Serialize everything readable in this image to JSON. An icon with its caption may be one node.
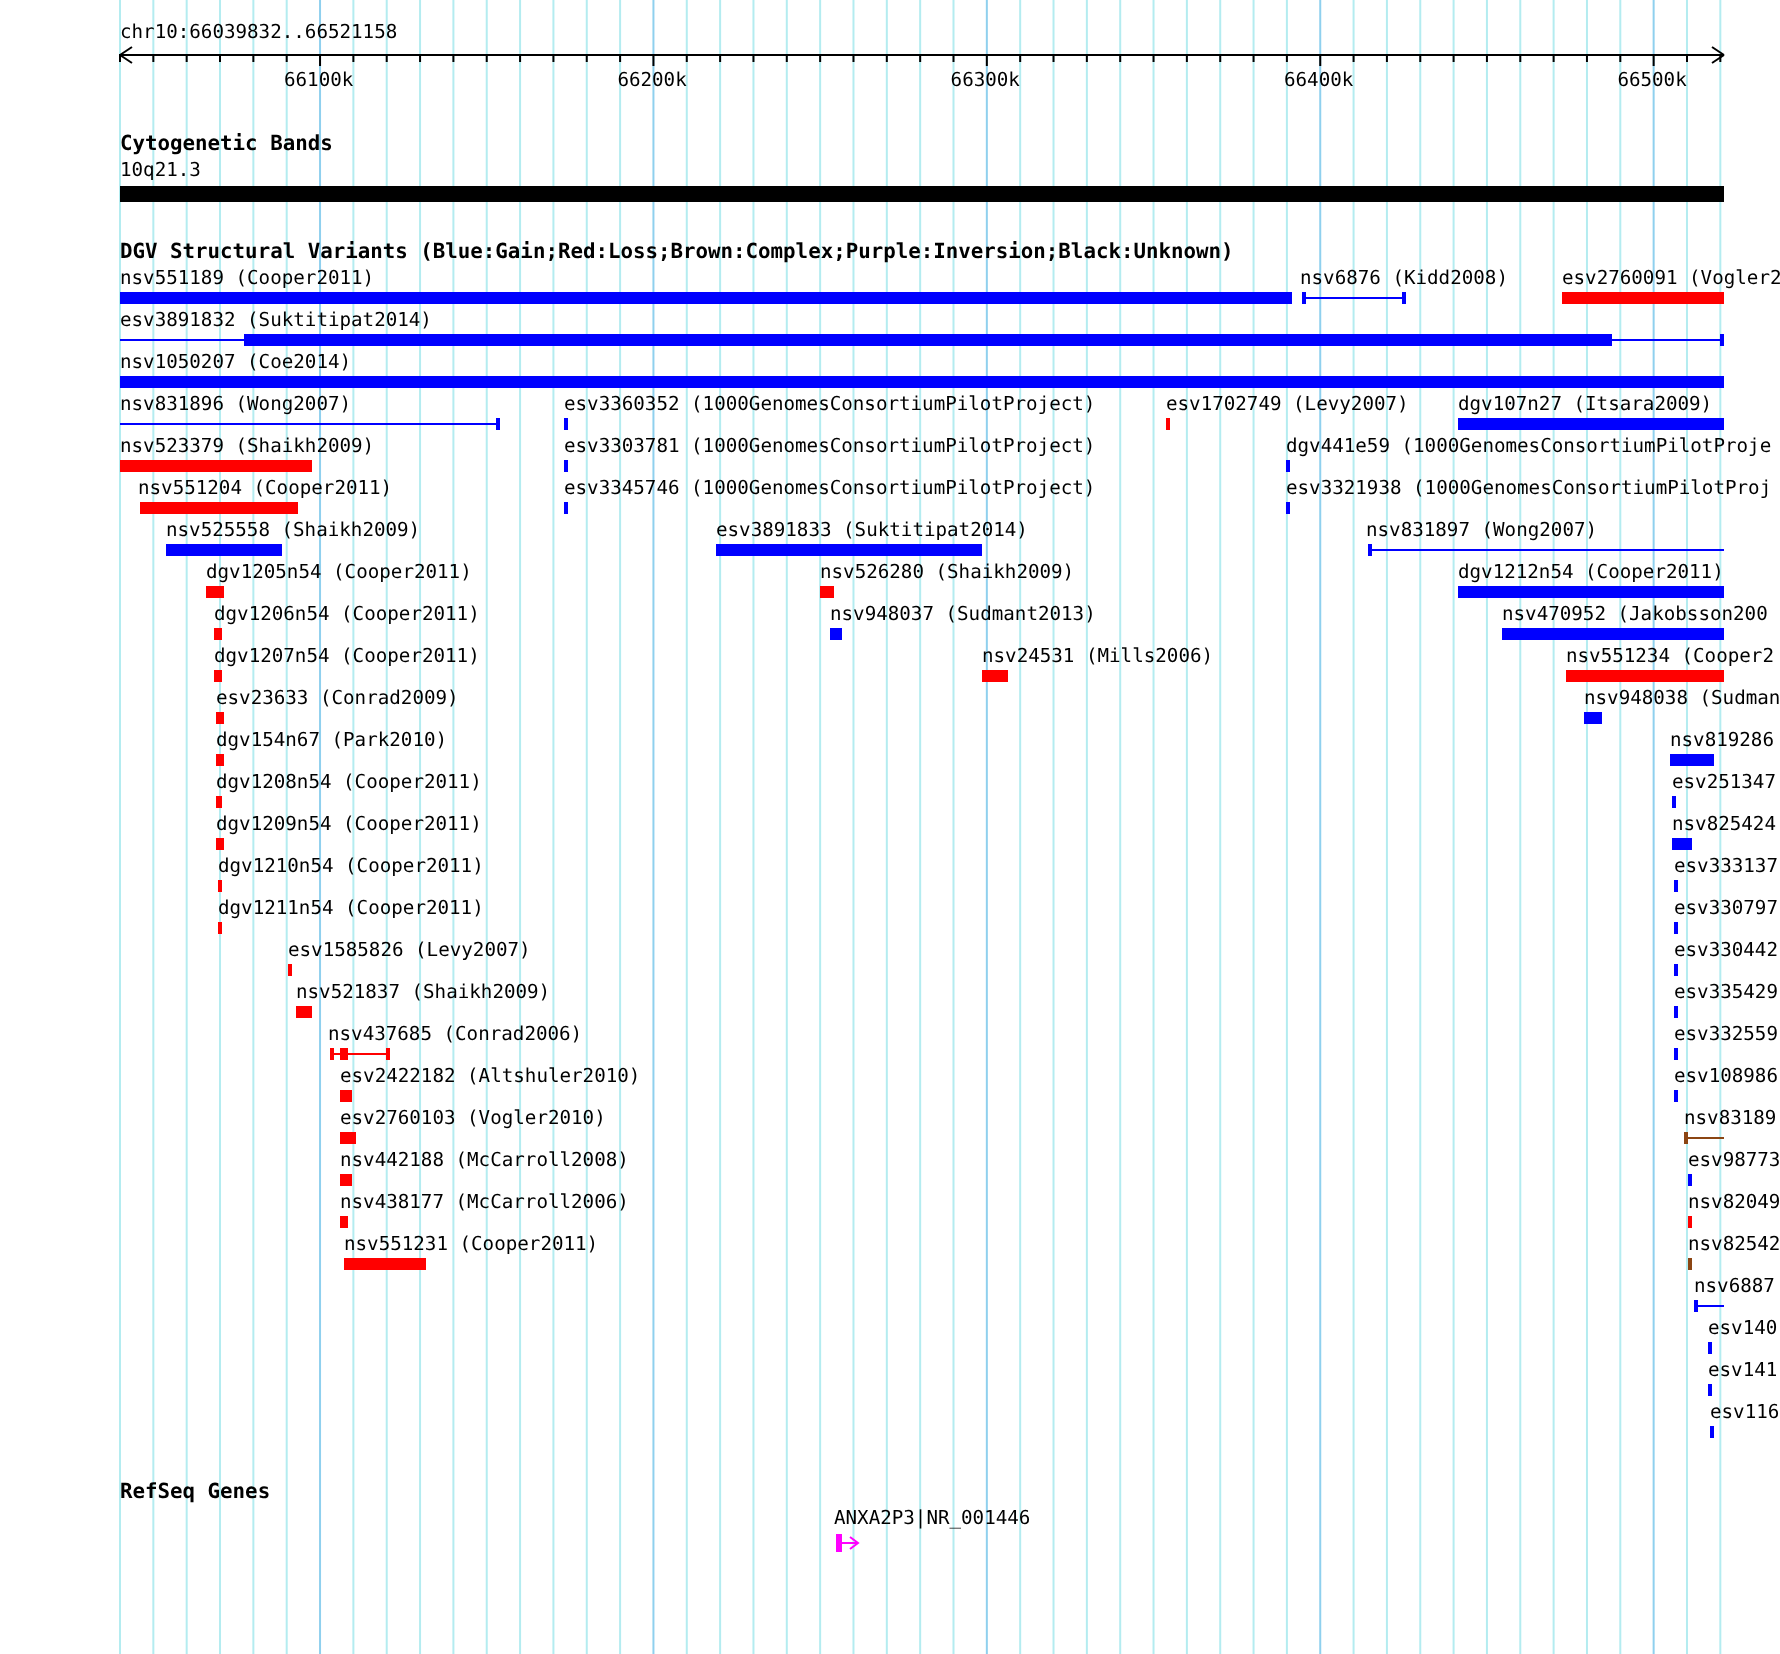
{
  "diagram": {
    "title": "chr10:66039832..66521158",
    "labels": [
      "66100k",
      "66200k",
      "66300k",
      "66400k",
      "66500k",
      "Cytogenetic Bands",
      "10q21.3",
      "DGV Structural Variants (Blue:Gain;Red:Loss;Brown:Complex;Purple:Inversion;Black:Unknown)",
      "nsv551189 (Cooper2011)",
      "nsv6876 (Kidd2008)",
      "esv2760091 (Vogler2",
      "esv3891832 (Suktitipat2014)",
      "nsv1050207 (Coe2014)",
      "nsv831896 (Wong2007)",
      "esv3360352 (1000GenomesConsortiumPilotProject)",
      "esv1702749 (Levy2007)",
      "dgv107n27 (Itsara2009)",
      "nsv523379 (Shaikh2009)",
      "esv3303781 (1000GenomesConsortiumPilotProject)",
      "dgv441e59 (1000GenomesConsortiumPilotProje",
      "nsv551204 (Cooper2011)",
      "esv3345746 (1000GenomesConsortiumPilotProject)",
      "esv3321938 (1000GenomesConsortiumPilotProj",
      "nsv525558 (Shaikh2009)",
      "esv3891833 (Suktitipat2014)",
      "nsv831897 (Wong2007)",
      "dgv1205n54 (Cooper2011)",
      "nsv526280 (Shaikh2009)",
      "dgv1212n54 (Cooper2011)",
      "dgv1206n54 (Cooper2011)",
      "nsv948037 (Sudmant2013)",
      "nsv470952 (Jakobsson200",
      "dgv1207n54 (Cooper2011)",
      "nsv24531 (Mills2006)",
      "nsv551234 (Cooper2",
      "esv23633 (Conrad2009)",
      "nsv948038 (Sudman",
      "dgv154n67 (Park2010)",
      "nsv819286",
      "dgv1208n54 (Cooper2011)",
      "esv251347",
      "dgv1209n54 (Cooper2011)",
      "nsv825424",
      "dgv1210n54 (Cooper2011)",
      "esv333137",
      "dgv1211n54 (Cooper2011)",
      "esv330797",
      "esv1585826 (Levy2007)",
      "esv330442",
      "nsv521837 (Shaikh2009)",
      "esv335429",
      "nsv437685 (Conrad2006)",
      "esv332559",
      "esv2422182 (Altshuler2010)",
      "esv108986",
      "esv2760103 (Vogler2010)",
      "nsv83189",
      "nsv442188 (McCarroll2008)",
      "esv98773",
      "nsv438177 (McCarroll2006)",
      "nsv82049",
      "nsv551231 (Cooper2011)",
      "nsv82542",
      "nsv6887",
      "esv140",
      "esv141",
      "esv116",
      "RefSeq Genes",
      "ANXA2P3|NR_001446"
    ]
  }
}
